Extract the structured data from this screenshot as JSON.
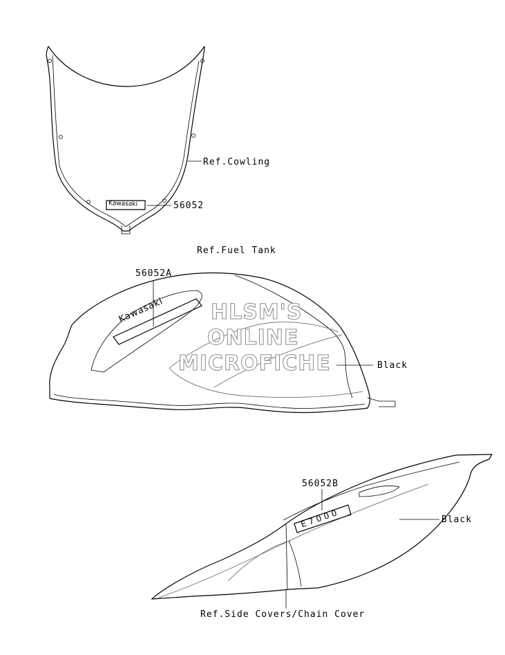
{
  "labels": {
    "ref_cowling": "Ref.Cowling",
    "part_cowling": "56052",
    "ref_fuel_tank": "Ref.Fuel Tank",
    "part_tank": "56052A",
    "black_tank": "Black",
    "part_side": "56052B",
    "black_side": "Black",
    "ref_side_covers": "Ref.Side Covers/Chain Cover"
  },
  "decals": {
    "cowling_text": "Kawasaki",
    "tank_text": "Kawasaki",
    "side_text": "E7000"
  },
  "watermark": {
    "line1": "HLSM'S",
    "line2": "ONLINE",
    "line3": "MICROFICHE"
  }
}
